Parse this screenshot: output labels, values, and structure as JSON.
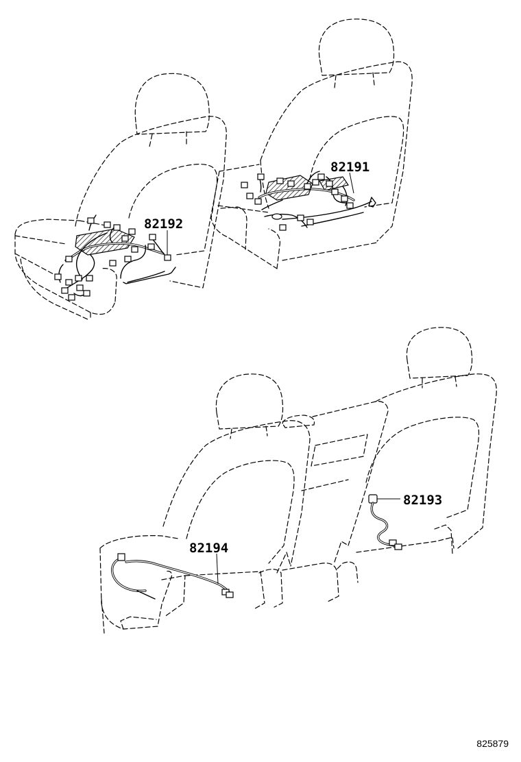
{
  "parts": [
    {
      "id": "front-seat-right-harness",
      "number": "82191"
    },
    {
      "id": "front-seat-left-harness",
      "number": "82192"
    },
    {
      "id": "rear-seat-right-harness",
      "number": "82193"
    },
    {
      "id": "rear-seat-left-harness",
      "number": "82194"
    }
  ],
  "figure_number": "825879",
  "colors": {
    "line": "#000000",
    "background": "#ffffff"
  }
}
